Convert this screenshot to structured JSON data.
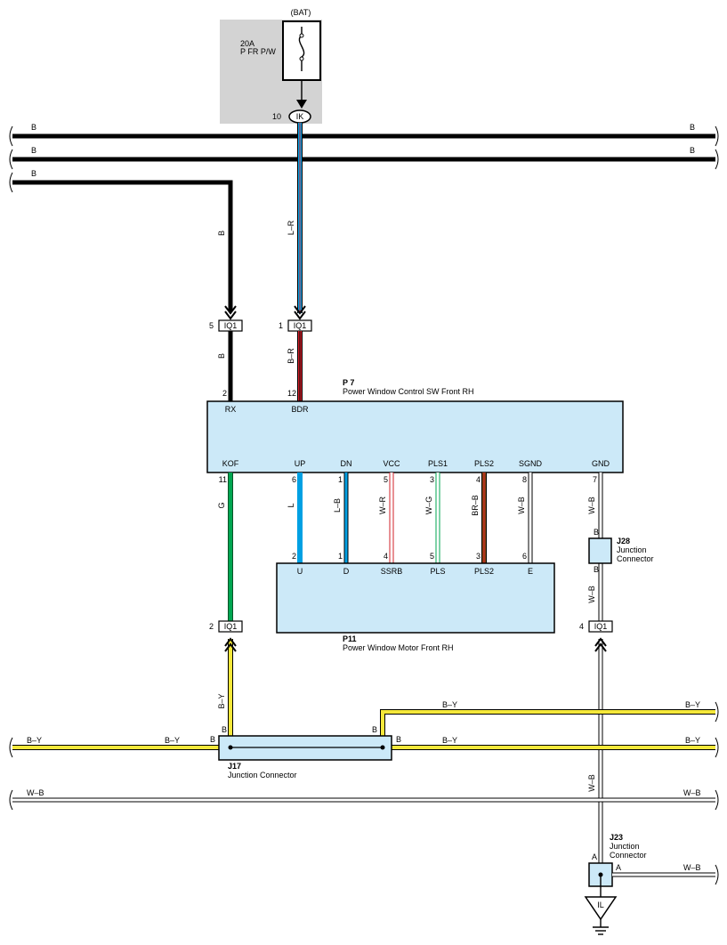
{
  "fuse": {
    "source": "(BAT)",
    "rating": "20A",
    "name": "P FR P/W"
  },
  "connectors": {
    "ik": {
      "pin": "10",
      "name": "IK"
    },
    "iq1_b": {
      "pin": "5",
      "name": "IQ1"
    },
    "iq1_lr": {
      "pin": "1",
      "name": "IQ1"
    },
    "iq1_g": {
      "pin": "2",
      "name": "IQ1"
    },
    "iq1_wb": {
      "pin": "4",
      "name": "IQ1"
    }
  },
  "busbars": {
    "b_label": "B",
    "by_label": "B–Y",
    "wb_label": "W–B"
  },
  "wires": {
    "b_vertical": "B",
    "lr": "L–R",
    "br": "B–R",
    "g": "G",
    "l": "L",
    "lb": "L–B",
    "wr": "W–R",
    "wg": "W–G",
    "brb": "BR–B",
    "wb": "W–B",
    "by": "B–Y"
  },
  "p7": {
    "code": "P 7",
    "name": "Power Window Control SW Front RH",
    "top_pins": [
      {
        "num": "2",
        "name": "RX"
      },
      {
        "num": "12",
        "name": "BDR"
      }
    ],
    "bottom_pins": [
      {
        "num": "11",
        "name": "KOF"
      },
      {
        "num": "6",
        "name": "UP"
      },
      {
        "num": "1",
        "name": "DN"
      },
      {
        "num": "5",
        "name": "VCC"
      },
      {
        "num": "3",
        "name": "PLS1"
      },
      {
        "num": "4",
        "name": "PLS2"
      },
      {
        "num": "8",
        "name": "SGND"
      },
      {
        "num": "7",
        "name": "GND"
      }
    ]
  },
  "p11": {
    "code": "P11",
    "name": "Power Window Motor Front RH",
    "pins": [
      {
        "num": "2",
        "name": "U"
      },
      {
        "num": "1",
        "name": "D"
      },
      {
        "num": "4",
        "name": "SSRB"
      },
      {
        "num": "5",
        "name": "PLS"
      },
      {
        "num": "3",
        "name": "PLS2"
      },
      {
        "num": "6",
        "name": "E"
      }
    ]
  },
  "j28": {
    "code": "J28",
    "name1": "Junction",
    "name2": "Connector"
  },
  "j17": {
    "code": "J17",
    "name": "Junction Connector",
    "pin": "B"
  },
  "j23": {
    "code": "J23",
    "name1": "Junction",
    "name2": "Connector",
    "pin": "A"
  },
  "ground": {
    "name": "IL"
  },
  "colors": {
    "box_fill": "#cce9f8",
    "fuse_area": "#d3d3d3",
    "green": "#00a651",
    "blue": "#00a0e3",
    "red": "#d0202a",
    "yellow": "#f5e83a",
    "brown": "#8b4513"
  }
}
